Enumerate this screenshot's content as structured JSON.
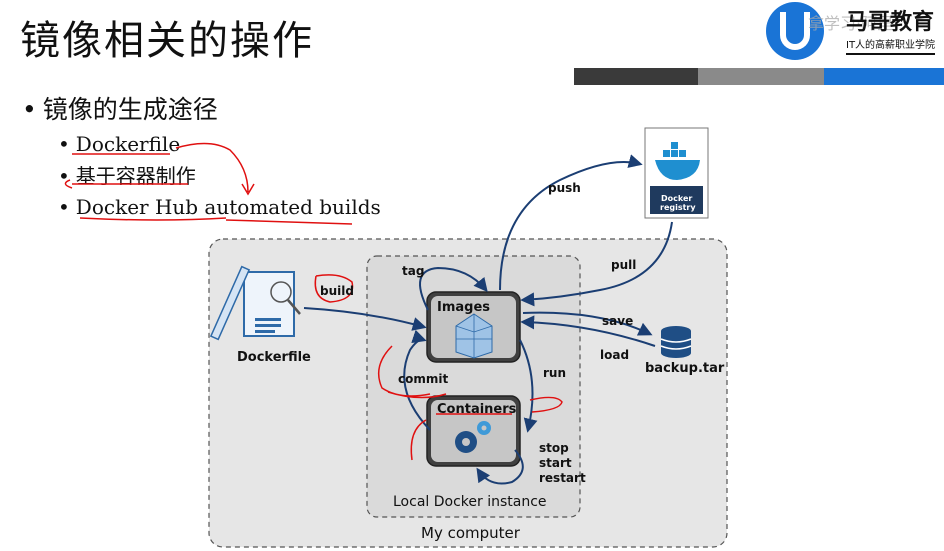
{
  "title": "镜像相关的操作",
  "logo": {
    "brand": "马哥教育",
    "tagline": "IT人的高薪职业学院",
    "watermark": "拿学习·阿里"
  },
  "bullets": {
    "heading": "镜像的生成途径",
    "items": [
      "Dockerfile",
      "基于容器制作",
      "Docker Hub automated builds"
    ]
  },
  "diagram": {
    "my_computer": "My computer",
    "local_instance": "Local Docker instance",
    "images": "Images",
    "containers": "Containers",
    "dockerfile": "Dockerfile",
    "registry_line1": "Docker",
    "registry_line2": "registry",
    "backup": "backup.tar",
    "arrows": {
      "build": "build",
      "tag": "tag",
      "push": "push",
      "pull": "pull",
      "save": "save",
      "load": "load",
      "run": "run",
      "commit": "commit",
      "stop": "stop",
      "start": "start",
      "restart": "restart"
    }
  },
  "colors": {
    "accent": "#1a74d6",
    "arrow": "#1b3e73",
    "annotation": "#e01010",
    "dark_box": "#404040"
  }
}
